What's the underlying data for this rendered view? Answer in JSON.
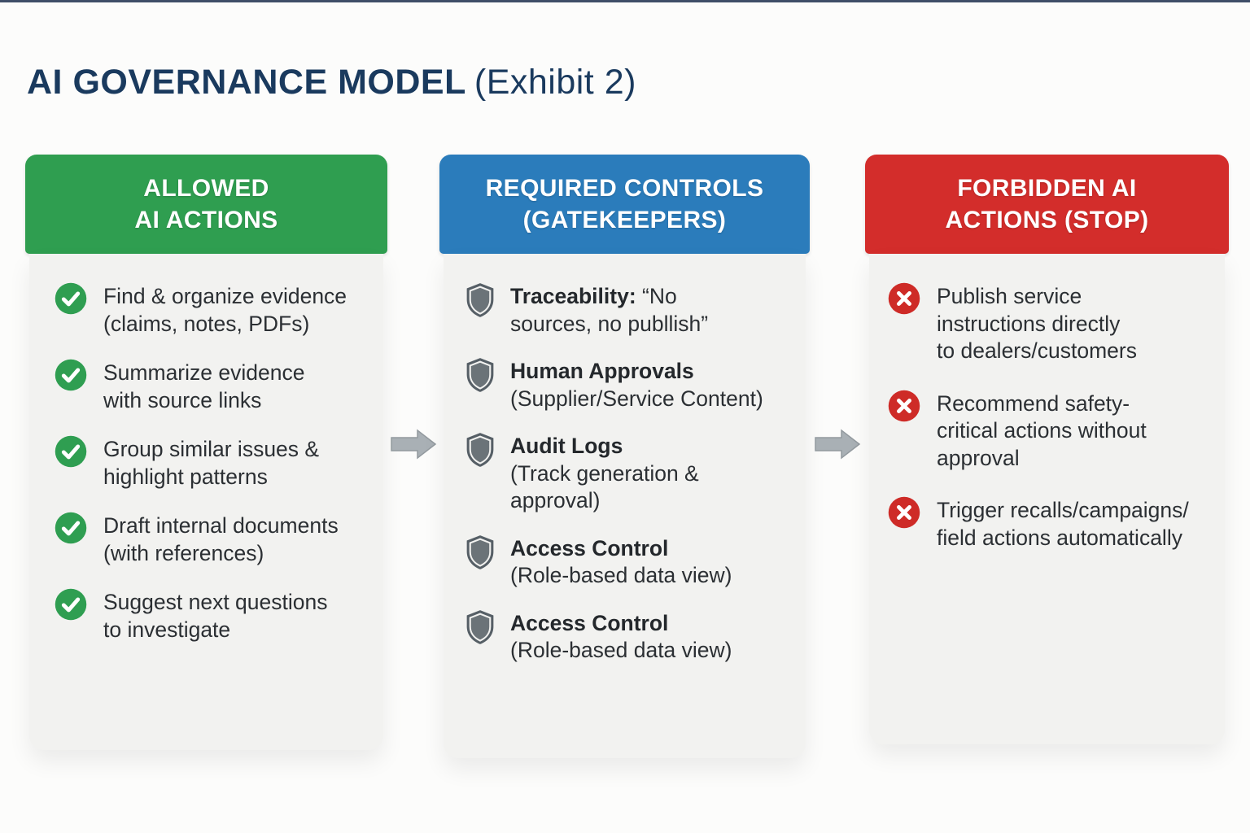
{
  "page": {
    "title": "AI GOVERNANCE MODEL",
    "title_suffix": "(Exhibit 2)",
    "title_color": "#1a3a5e",
    "background": "#fcfcfb"
  },
  "arrows": {
    "color": "#a9b0b5",
    "edge_color": "#939a9f"
  },
  "columns": [
    {
      "name": "allowed-ai-actions",
      "header": "ALLOWED\nAI ACTIONS",
      "accent": "#2f9e50",
      "icon": "check-circle-icon",
      "icon_color": "#2f9e51",
      "items": [
        {
          "lead": "",
          "rest": "Find & organize evidence\n(claims, notes, PDFs)"
        },
        {
          "lead": "",
          "rest": "Summarize evidence\nwith source links"
        },
        {
          "lead": "",
          "rest": "Group similar issues &\nhighlight patterns"
        },
        {
          "lead": "",
          "rest": "Draft internal documents\n(with references)"
        },
        {
          "lead": "",
          "rest": "Suggest next questions\nto investigate"
        }
      ]
    },
    {
      "name": "required-controls-gatekeepers",
      "header": "REQUIRED CONTROLS\n(GATEKEEPERS)",
      "accent": "#2b7cbb",
      "icon": "shield-icon",
      "icon_color": "#565f66",
      "items": [
        {
          "lead": "Traceability:",
          "rest": " “No\nsources, no publlish”"
        },
        {
          "lead": "Human Approvals",
          "rest": "\n(Supplier/Service Content)"
        },
        {
          "lead": "Audit Logs",
          "rest": "\n(Track generation &\napproval)"
        },
        {
          "lead": "Access Control",
          "rest": "\n(Role-based data view)"
        },
        {
          "lead": "Access Control",
          "rest": "\n(Role-based data view)"
        }
      ]
    },
    {
      "name": "forbidden-ai-actions",
      "header": "FORBIDDEN AI\nACTIONS (STOP)",
      "accent": "#d32d2b",
      "icon": "x-circle-icon",
      "icon_color": "#ce2b27",
      "items": [
        {
          "lead": "",
          "rest": "Publish service\ninstructions directly\nto dealers/customers"
        },
        {
          "lead": "",
          "rest": "Recommend safety-\ncritical actions without\napproval"
        },
        {
          "lead": "",
          "rest": "Trigger recalls/campaigns/\nfield actions automatically"
        }
      ]
    }
  ]
}
